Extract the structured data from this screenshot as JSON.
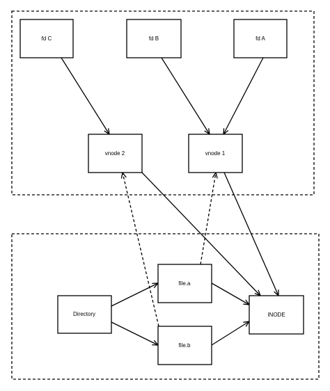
{
  "nodes": {
    "fd_c": "fd C",
    "fd_b": "fd B",
    "fd_a": "fd A",
    "vnode_2": "vnode 2",
    "vnode_1": "vnode 1",
    "file_a": "file.a",
    "file_b": "file.b",
    "directory": "Directory",
    "inode": "INODE"
  },
  "edges": [
    {
      "from": "fd C",
      "to": "vnode 2",
      "style": "solid"
    },
    {
      "from": "fd B",
      "to": "vnode 1",
      "style": "solid"
    },
    {
      "from": "fd A",
      "to": "vnode 1",
      "style": "solid"
    },
    {
      "from": "vnode 2",
      "to": "INODE",
      "style": "solid"
    },
    {
      "from": "vnode 1",
      "to": "INODE",
      "style": "solid"
    },
    {
      "from": "Directory",
      "to": "file.a",
      "style": "solid"
    },
    {
      "from": "Directory",
      "to": "file.b",
      "style": "solid"
    },
    {
      "from": "file.a",
      "to": "INODE",
      "style": "solid"
    },
    {
      "from": "file.b",
      "to": "INODE",
      "style": "solid"
    },
    {
      "from": "file.a",
      "to": "vnode 1",
      "style": "dashed"
    },
    {
      "from": "file.b",
      "to": "vnode 2",
      "style": "dashed"
    }
  ]
}
